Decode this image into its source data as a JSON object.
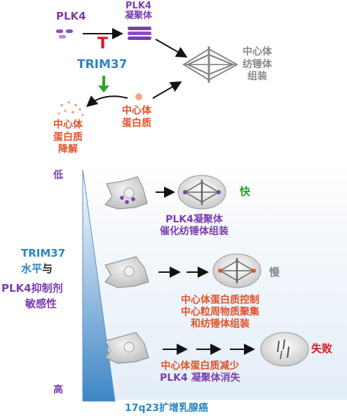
{
  "top": {
    "plk4": "PLK4",
    "plk4_condensate": "PLK4\n凝聚体",
    "inhibit_mark": "T",
    "trim37": "TRIM37",
    "spindle_assembly": "中心体\n纺锤体\n组装",
    "centrosome_protein": "中心体\n蛋白质",
    "centrosome_degradation": "中心体\n蛋白质\n降解"
  },
  "scale": {
    "low": "低",
    "high": "高",
    "axis_label_line1": "TRIM37",
    "axis_label_line1b": "水平",
    "axis_label_and": "与",
    "axis_label_line2": "PLK4抑制剂",
    "axis_label_line3": "敏感性"
  },
  "rows": [
    {
      "outcome": "快",
      "caption_lines": [
        "PLK4凝聚体",
        "催化纺锤体组装"
      ]
    },
    {
      "outcome": "慢",
      "caption_lines": [
        "中心体蛋白质控制",
        "中心粒周物质聚集",
        "和纺锤体组装"
      ]
    },
    {
      "outcome": "失败",
      "caption_lines": [
        "中心体蛋白质减少",
        "PLK4 凝聚体消失"
      ]
    }
  ],
  "footer": "17q23扩增乳腺癌",
  "colors": {
    "purple": "#7b3fb0",
    "orange": "#e0532a",
    "blue": "#2a86c4",
    "gray": "#8a8a8a",
    "green": "#2aa52a",
    "red": "#e0141e"
  }
}
